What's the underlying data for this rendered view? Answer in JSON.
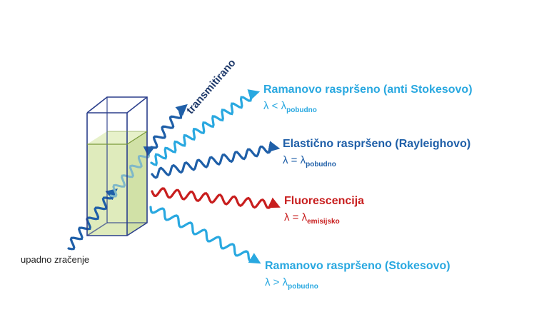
{
  "labels": {
    "incident": "upadno zračenje",
    "transmitted": "transmitirano"
  },
  "scatter": {
    "anti_stokes": {
      "title": "Ramanovo raspršeno (anti Stokesovo)",
      "relation": "λ < λ",
      "sub": "pobudno"
    },
    "rayleigh": {
      "title": "Elastično raspršeno (Rayleighovo)",
      "relation": "λ = λ",
      "sub": "pobudno"
    },
    "fluorescence": {
      "title": "Fluorescencija",
      "relation": "λ = λ",
      "sub": "emisijsko"
    },
    "stokes": {
      "title": "Ramanovo raspršeno (Stokesovo)",
      "relation": "λ > λ",
      "sub": "pobudno"
    }
  },
  "colors": {
    "light_blue": "#29a8e0",
    "dark_blue": "#1f5fa8",
    "red": "#c81e1e",
    "liquid": "#d9e8b0",
    "cuvette_edge": "#2b3f8c"
  }
}
